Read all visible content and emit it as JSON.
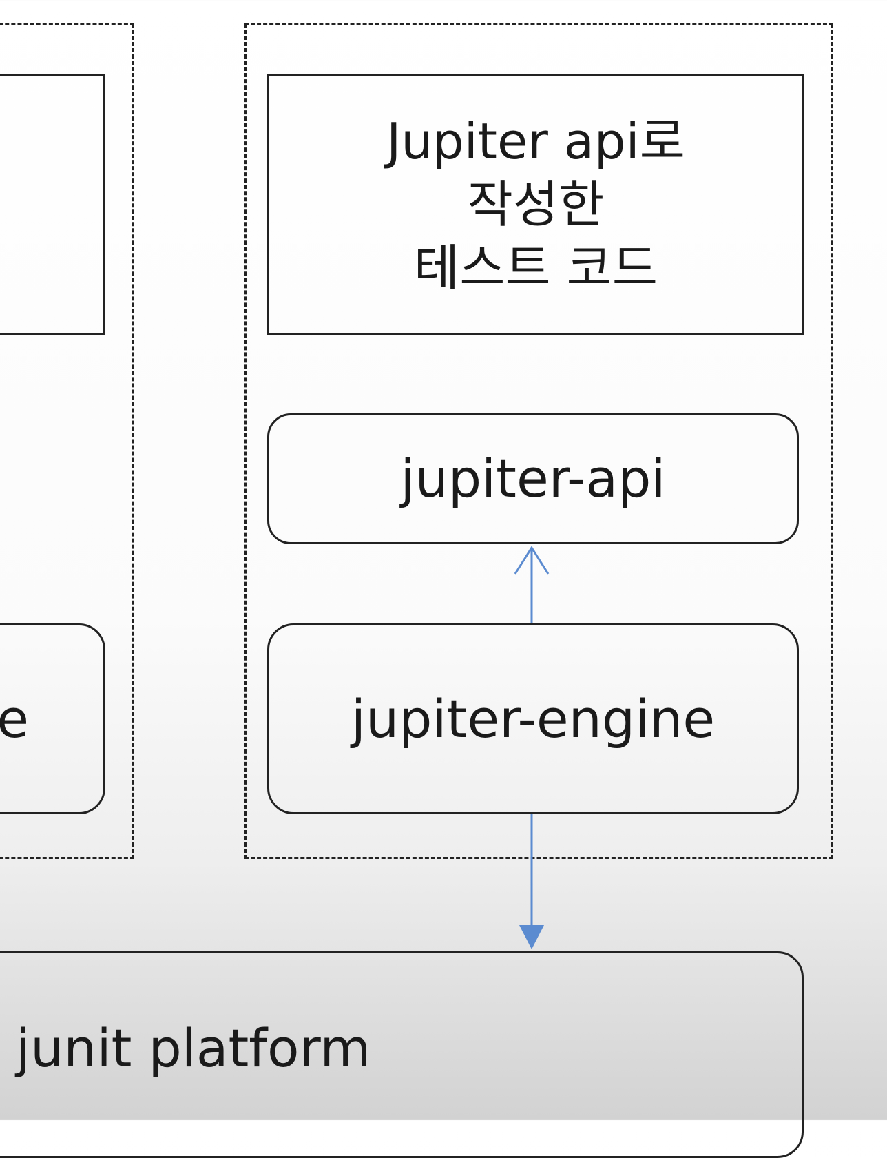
{
  "diagram": {
    "left_group": {
      "partial_engine_label": "e"
    },
    "right_group": {
      "test_code_label_lines": [
        "Jupiter api로",
        "작성한",
        "테스트 코드"
      ],
      "api_label": "jupiter-api",
      "engine_label": "jupiter-engine"
    },
    "platform_label": "junit platform",
    "arrow_color": "#5b8bd0"
  }
}
